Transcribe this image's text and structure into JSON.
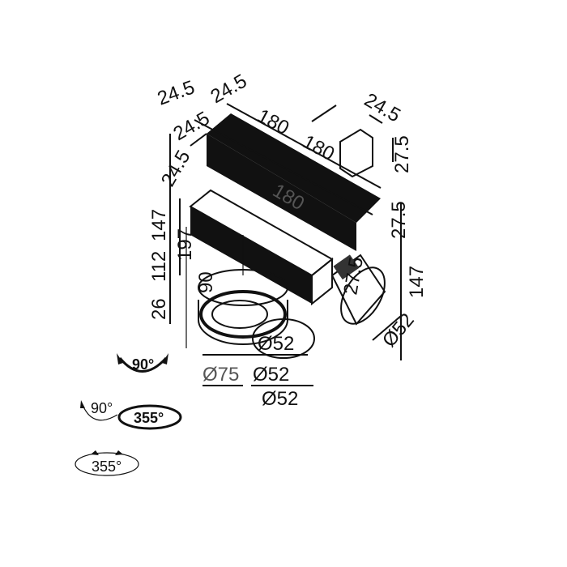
{
  "dimensions": {
    "top_left_a": "24.5",
    "top_left_b": "24.5",
    "top_left_c": "24.5",
    "top_length": "180",
    "top_length_overlap": "180",
    "inner_length": "180",
    "top_right_width": "24.5",
    "top_right_height": "27.5",
    "left_offset": "24.5",
    "left_height_total": "147",
    "left_height_197": "197",
    "left_height_112": "112",
    "left_height_90": "90",
    "left_height_26": "26",
    "right_stack": "27.5",
    "right_side": "27.5",
    "right_height": "147",
    "right_diameter": "Ø52",
    "front_diameter": "Ø52",
    "bottom_diameter_75": "Ø75",
    "bottom_diameter_52a": "Ø52",
    "bottom_diameter_52b": "Ø52"
  },
  "rotation_icons": {
    "tilt_bold": "90°",
    "tilt_light": "90°",
    "pan_bold": "355°",
    "pan_light": "355°"
  },
  "colors": {
    "line": "#111111",
    "fill_dark": "#111111",
    "background": "#ffffff"
  }
}
